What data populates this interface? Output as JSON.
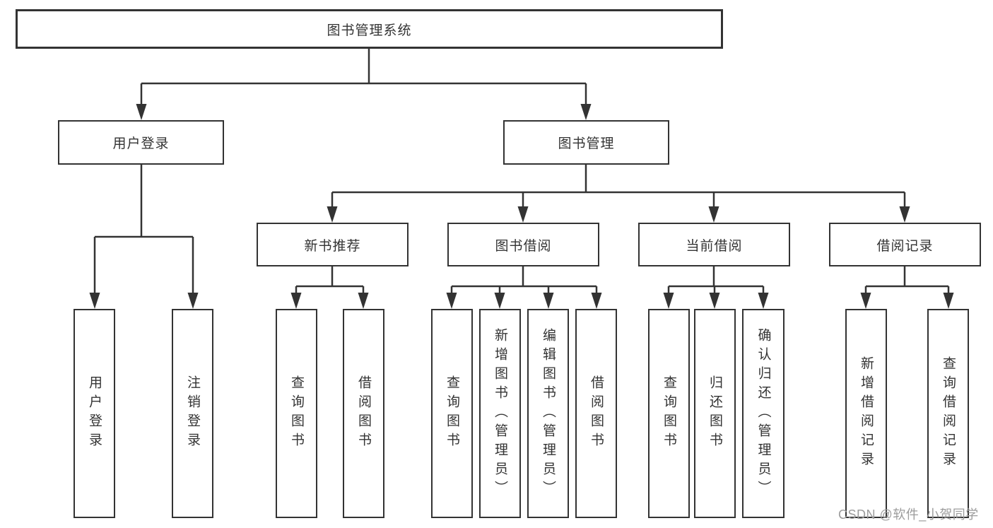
{
  "diagram": {
    "root": {
      "label": "图书管理系统"
    },
    "level2": {
      "user_login": {
        "label": "用户登录"
      },
      "book_mgmt": {
        "label": "图书管理"
      }
    },
    "level3": {
      "new_books": {
        "label": "新书推荐"
      },
      "book_borrow": {
        "label": "图书借阅"
      },
      "current_borrow": {
        "label": "当前借阅"
      },
      "borrow_records": {
        "label": "借阅记录"
      }
    },
    "leaves": {
      "user_login_1": {
        "label": "用户登录"
      },
      "user_login_2": {
        "label": "注销登录"
      },
      "new_books_1": {
        "label": "查询图书"
      },
      "new_books_2": {
        "label": "借阅图书"
      },
      "book_borrow_1": {
        "label": "查询图书"
      },
      "book_borrow_2": {
        "label": "新增图书（管理员）"
      },
      "book_borrow_3": {
        "label": "编辑图书（管理员）"
      },
      "book_borrow_4": {
        "label": "借阅图书"
      },
      "current_borrow_1": {
        "label": "查询图书"
      },
      "current_borrow_2": {
        "label": "归还图书"
      },
      "current_borrow_3": {
        "label": "确认归还（管理员）"
      },
      "borrow_records_1": {
        "label": "新增借阅记录"
      },
      "borrow_records_2": {
        "label": "查询借阅记录"
      }
    }
  },
  "watermark": {
    "text": "CSDN @软件_小贺同学"
  },
  "colors": {
    "line": "#333333",
    "box_border": "#333333",
    "box_fill": "#ffffff",
    "text": "#333333",
    "watermark": "#9c9c9c",
    "background": "#ffffff"
  }
}
